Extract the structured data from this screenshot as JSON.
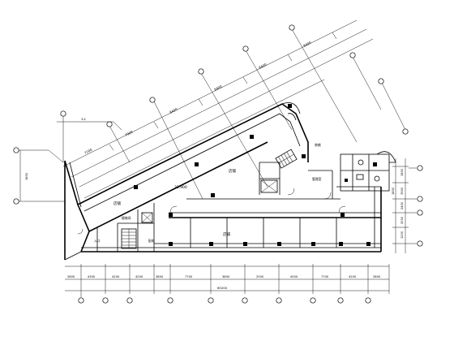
{
  "drawing": {
    "rooms": {
      "hall_left": "店铺",
      "level": "33.900",
      "shop_mid": "店铺",
      "shop_bottom": "店铺",
      "stair_label": "楼梯间",
      "right_room": "管理室",
      "entry_left": "入口",
      "small_room": "配电",
      "tag_right": "商铺",
      "top_tag": "3.4"
    },
    "bottom_dims": [
      "2800",
      "4300",
      "4200",
      "4200",
      "3800",
      "7700",
      "3800",
      "2500",
      "4500",
      "7700",
      "4200",
      "2800"
    ],
    "overall_dim": "65200",
    "right_dims": [
      "1800",
      "3900",
      "2400",
      "2000",
      "1200",
      "1800"
    ],
    "left_dim": "1800",
    "diag_dims": [
      "7900",
      "8400",
      "8400",
      "8400",
      "8400",
      "7200"
    ]
  }
}
